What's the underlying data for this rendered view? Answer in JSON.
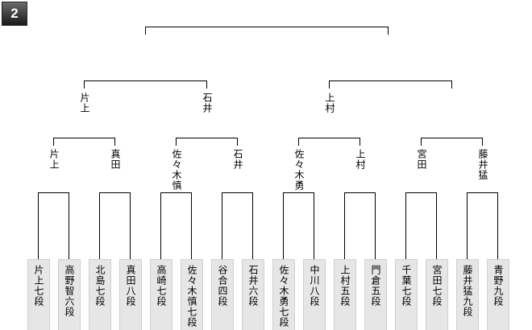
{
  "block_number": "2",
  "players": [
    "片上七段",
    "高野智六段",
    "北島七段",
    "真田八段",
    "高崎七段",
    "佐々木慎七段",
    "谷合四段",
    "石井六段",
    "佐々木勇七段",
    "中川八段",
    "上村五段",
    "門倉五段",
    "千葉七段",
    "宮田七段",
    "藤井猛九段",
    "青野九段"
  ],
  "round2_winners": [
    "片上",
    "真田",
    "佐々木慎",
    "石井",
    "佐々木勇",
    "上村",
    "宮田",
    "藤井猛"
  ],
  "round3_winners": [
    "片上",
    "石井",
    "上村",
    ""
  ]
}
